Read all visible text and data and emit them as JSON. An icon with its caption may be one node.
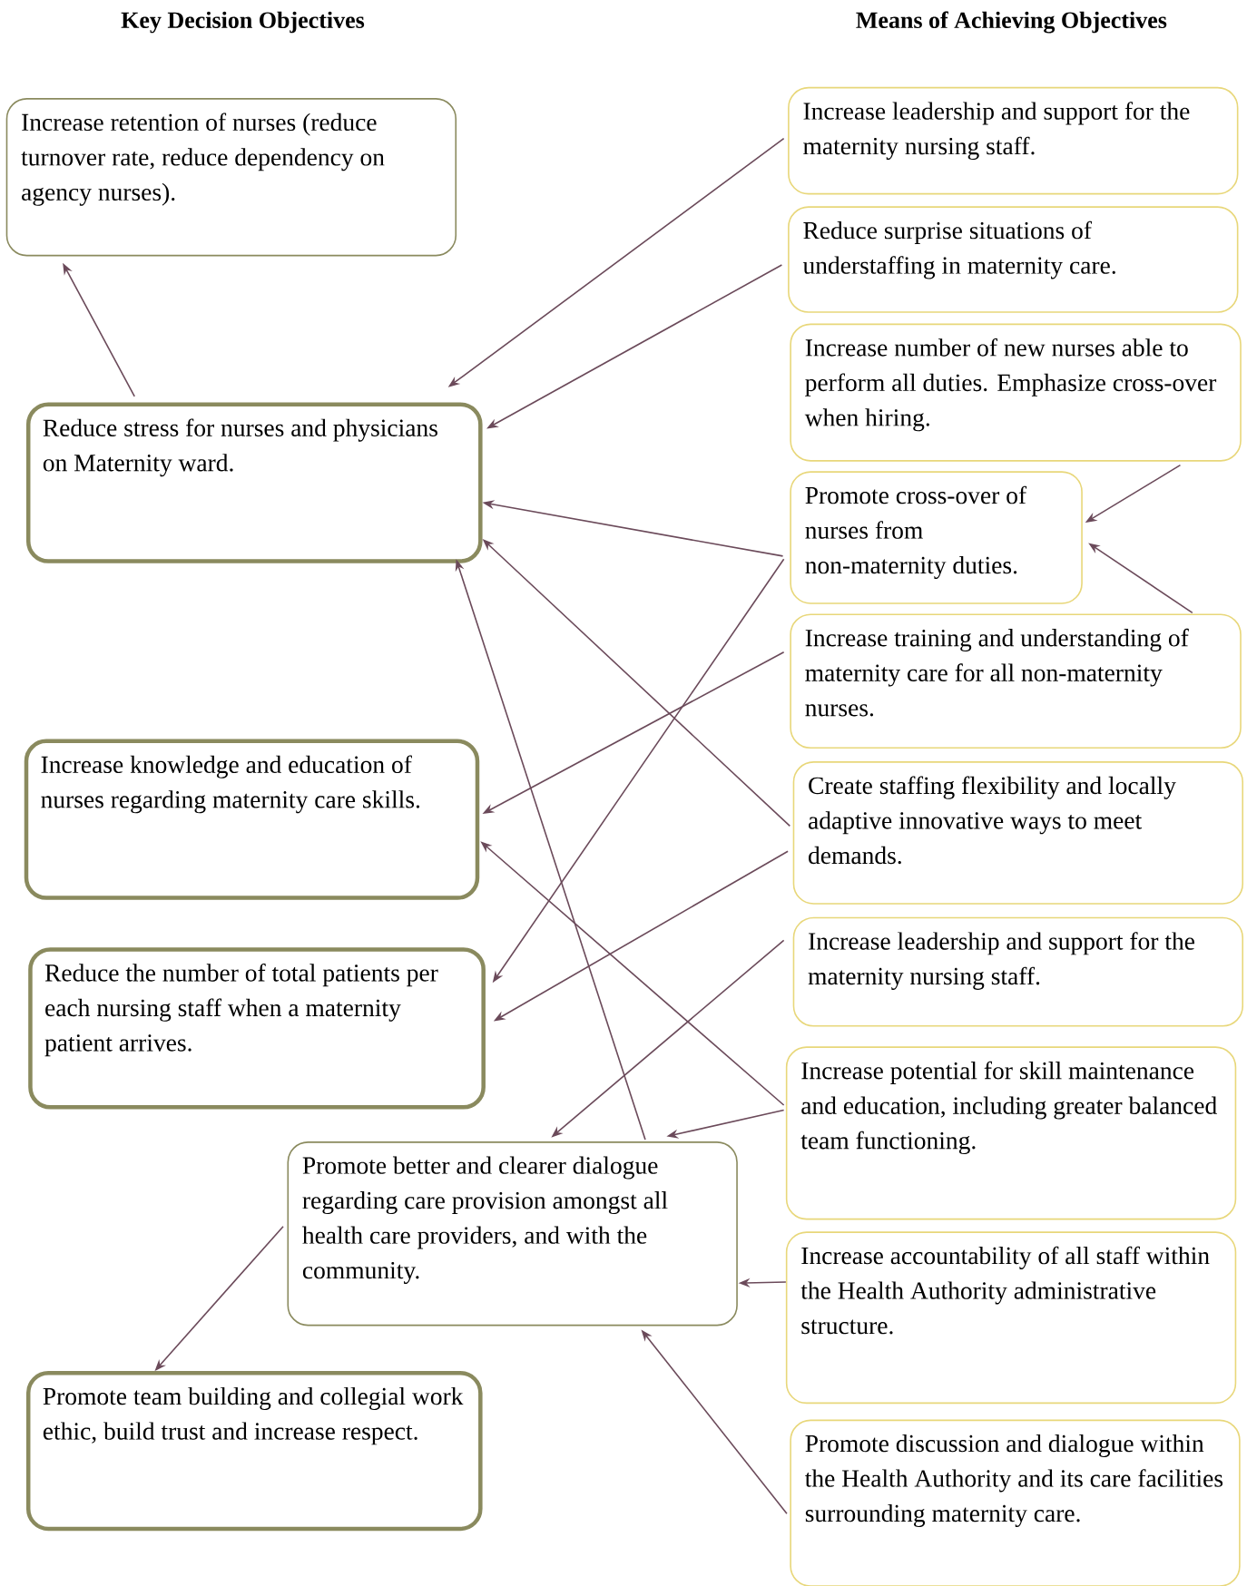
{
  "diagram": {
    "nodes": [
      {
        "text": [
          "Increase retention of nurses (reduce turnover rate, reduce dependency on agency nurses)."
        ]
      },
      {
        "text": [
          "Reduce stress for nurses and physicians on Maternity ward."
        ]
      },
      {
        "text": [
          "Increase knowledge and education of nurses regarding maternity care skills."
        ]
      },
      {
        "text": [
          "Reduce the number of total patients per each nursing staff when a maternity patient arrives."
        ]
      },
      {
        "text": [
          "Promote better and clearer dialogue regarding care provision amongst all health care providers, and with the community."
        ]
      },
      {
        "text": [
          "Promote team building and collegial work ethic, build trust and increase respect."
        ]
      },
      {
        "text": [
          "Increase leadership and support for the maternity nursing staff."
        ]
      },
      {
        "text": [
          "Reduce surprise situations of understaffing in maternity care."
        ]
      },
      {
        "text": [
          "Increase number of new nurses able to perform all duties. Emphasize cross-over when hiring."
        ]
      },
      {
        "text": [
          "Promote cross-over of nurses from non-maternity duties."
        ]
      },
      {
        "text": [
          "Increase training and understanding of maternity care for all non-maternity nurses."
        ]
      },
      {
        "text": [
          "Create staffing flexibility and locally adaptive innovative ways to meet demands."
        ]
      },
      {
        "text": [
          "Increase leadership and support for the maternity nursing staff."
        ]
      },
      {
        "text": [
          "Increase potential for skill maintenance and education, including greater balanced team functioning."
        ]
      },
      {
        "text": [
          "Increase accountability of all staff within the Health Authority administrative structure."
        ]
      },
      {
        "text": [
          "Promote discussion and dialogue within the Health Authority and its care facilities surrounding maternity care."
        ]
      }
    ],
    "edges": [
      {
        "from": 1,
        "to": 0,
        "arrow": "to"
      },
      {
        "from": 6,
        "to": 1,
        "arrow": "to"
      },
      {
        "from": 7,
        "to": 1,
        "arrow": "to"
      },
      {
        "from": 8,
        "to": 9,
        "arrow": "to"
      },
      {
        "from": 10,
        "to": 9,
        "arrow": "to"
      },
      {
        "from": 9,
        "to": 1,
        "arrow": "to"
      },
      {
        "from": 9,
        "to": 3,
        "arrow": "to"
      },
      {
        "from": 10,
        "to": 2,
        "arrow": "to"
      },
      {
        "from": 11,
        "to": 1,
        "arrow": "to"
      },
      {
        "from": 11,
        "to": 3,
        "arrow": "to"
      },
      {
        "from": 12,
        "to": 4,
        "arrow": "to"
      },
      {
        "from": 13,
        "to": 4,
        "arrow": "to"
      },
      {
        "from": 13,
        "to": 2,
        "arrow": "to"
      },
      {
        "from": 4,
        "to": 1,
        "arrow": "to"
      },
      {
        "from": 14,
        "to": 4,
        "arrow": "to"
      },
      {
        "from": 15,
        "to": 4,
        "arrow": "to"
      },
      {
        "from": 4,
        "to": 5,
        "arrow": "to"
      }
    ],
    "labels": [
      "Key Decision Objectives",
      "Means of Achieving Objectives"
    ]
  }
}
